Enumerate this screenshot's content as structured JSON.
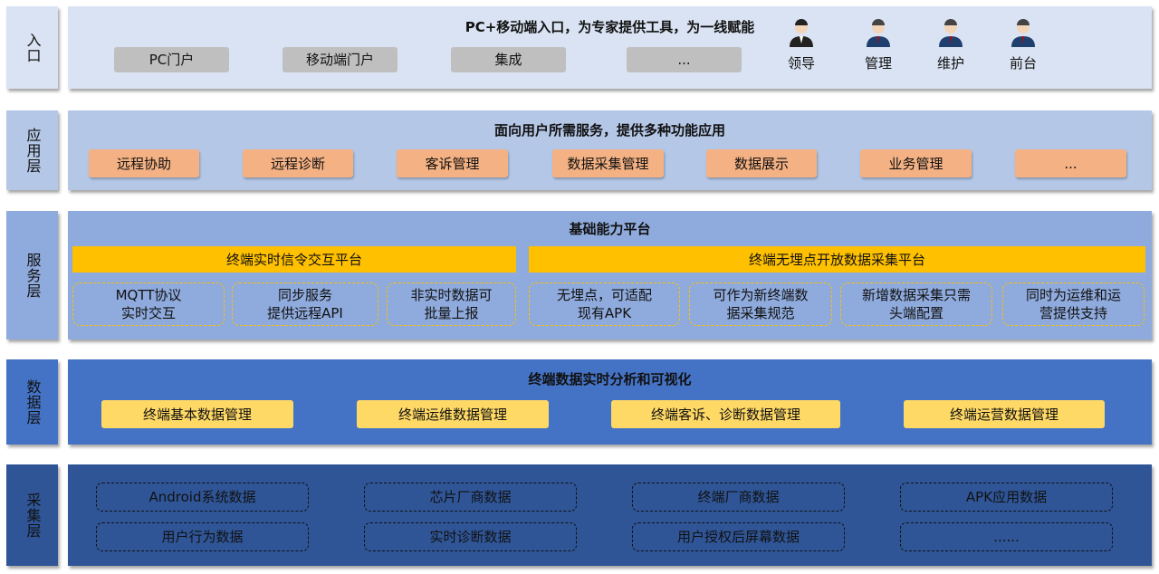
{
  "layers": {
    "entry": {
      "label": "入口",
      "title": "PC+移动端入口，为专家提供工具，为一线赋能",
      "buttons": [
        "PC门户",
        "移动端门户",
        "集成",
        "..."
      ],
      "roles": [
        "领导",
        "管理",
        "维护",
        "前台"
      ]
    },
    "app": {
      "label": "应用层",
      "title": "面向用户所需服务，提供多种功能应用",
      "items": [
        "远程协助",
        "远程诊断",
        "客诉管理",
        "数据采集管理",
        "数据展示",
        "业务管理",
        "..."
      ]
    },
    "service": {
      "label": "服务层",
      "title": "基础能力平台",
      "platforms": [
        "终端实时信令交互平台",
        "终端无埋点开放数据采集平台"
      ],
      "features": [
        [
          "MQTT协议",
          "实时交互"
        ],
        [
          "同步服务",
          "提供远程API"
        ],
        [
          "非实时数据可",
          "批量上报"
        ],
        [
          "无埋点，可适配",
          "现有APK"
        ],
        [
          "可作为新终端数",
          "据采集规范"
        ],
        [
          "新增数据采集只需",
          "头端配置"
        ],
        [
          "同时为运维和运",
          "营提供支持"
        ]
      ]
    },
    "data": {
      "label": "数据层",
      "title": "终端数据实时分析和可视化",
      "items": [
        "终端基本数据管理",
        "终端运维数据管理",
        "终端客诉、诊断数据管理",
        "终端运营数据管理"
      ]
    },
    "collect": {
      "label": "采集层",
      "items": [
        "Android系统数据",
        "芯片厂商数据",
        "终端厂商数据",
        "APK应用数据",
        "用户行为数据",
        "实时诊断数据",
        "用户授权后屏幕数据",
        "......"
      ]
    }
  },
  "colors": {
    "entry": "#dae3f3",
    "app": "#b4c7e7",
    "service": "#8faadc",
    "data": "#4472c4",
    "collect": "#2f5597"
  }
}
